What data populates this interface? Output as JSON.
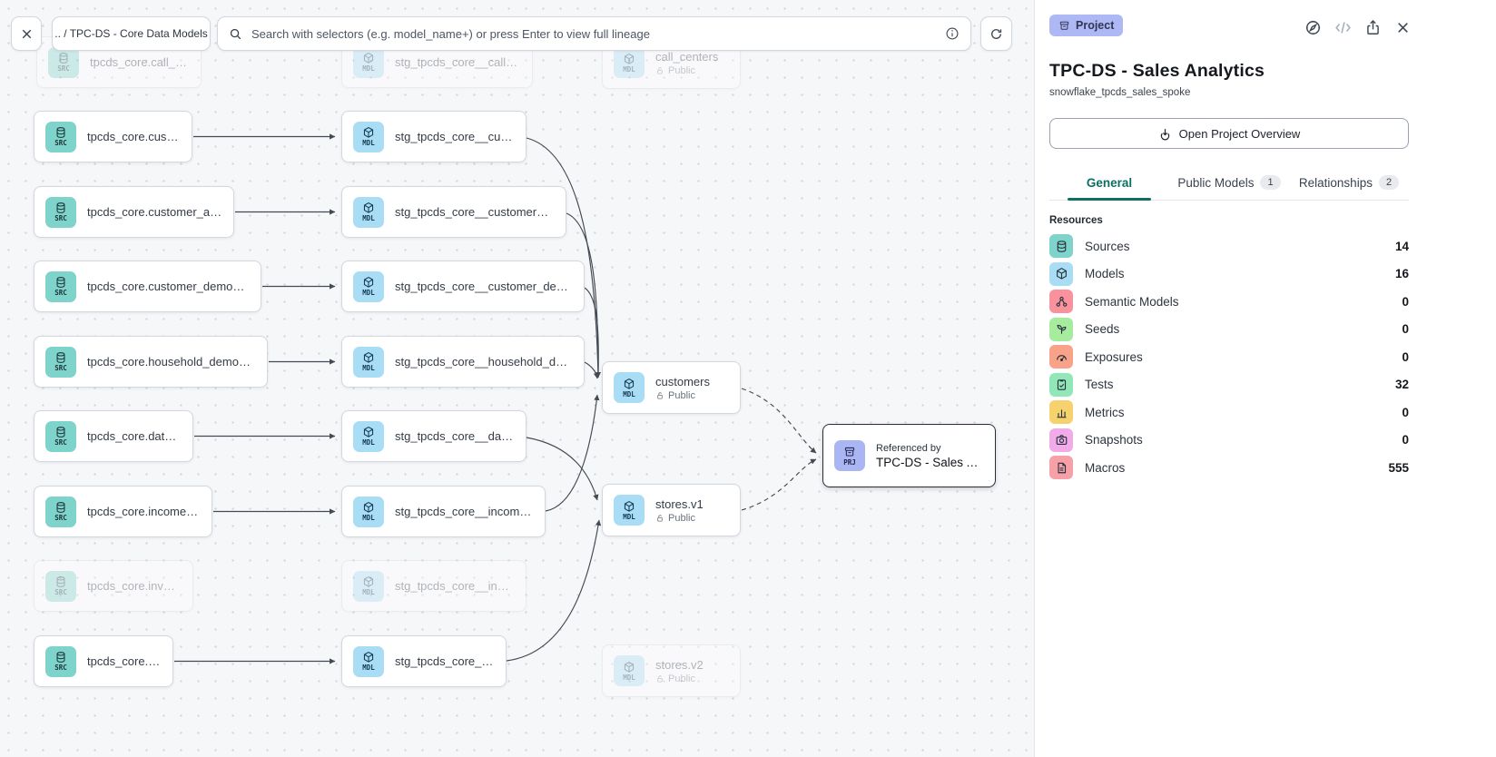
{
  "toolbar": {
    "breadcrumb": ".. / TPC-DS - Core Data Models",
    "search_placeholder": "Search with selectors (e.g. model_name+) or press Enter to view full lineage"
  },
  "panel": {
    "badge_label": "Project",
    "title": "TPC-DS - Sales Analytics",
    "subtitle": "snowflake_tpcds_sales_spoke",
    "overview_button": "Open Project Overview",
    "tabs": [
      {
        "label": "General",
        "active": true
      },
      {
        "label": "Public Models",
        "count": "1"
      },
      {
        "label": "Relationships",
        "count": "2"
      }
    ],
    "resources_header": "Resources",
    "resources": [
      {
        "label": "Sources",
        "count": "14",
        "color": "#7ed3ca",
        "icon": "database-icon"
      },
      {
        "label": "Models",
        "count": "16",
        "color": "#a9ddf6",
        "icon": "cube-icon"
      },
      {
        "label": "Semantic Models",
        "count": "0",
        "color": "#f9929d",
        "icon": "graph-icon"
      },
      {
        "label": "Seeds",
        "count": "0",
        "color": "#a7eb9f",
        "icon": "sprout-icon"
      },
      {
        "label": "Exposures",
        "count": "0",
        "color": "#f9a28a",
        "icon": "gauge-icon"
      },
      {
        "label": "Tests",
        "count": "32",
        "color": "#92e7b9",
        "icon": "clipboard-check-icon"
      },
      {
        "label": "Metrics",
        "count": "0",
        "color": "#f6d26f",
        "icon": "bar-chart-icon"
      },
      {
        "label": "Snapshots",
        "count": "0",
        "color": "#f2abe9",
        "icon": "camera-icon"
      },
      {
        "label": "Macros",
        "count": "555",
        "color": "#f8a0a8",
        "icon": "document-icon"
      }
    ]
  },
  "graph": {
    "nodes": [
      {
        "type": "SRC",
        "label": "tpcds_core.call_center",
        "faded": true
      },
      {
        "type": "SRC",
        "label": "tpcds_core.customer"
      },
      {
        "type": "SRC",
        "label": "tpcds_core.customer_address"
      },
      {
        "type": "SRC",
        "label": "tpcds_core.customer_demographics"
      },
      {
        "type": "SRC",
        "label": "tpcds_core.household_demographics"
      },
      {
        "type": "SRC",
        "label": "tpcds_core.date_dim"
      },
      {
        "type": "SRC",
        "label": "tpcds_core.income_band"
      },
      {
        "type": "SRC",
        "label": "tpcds_core.inventory",
        "faded": true
      },
      {
        "type": "SRC",
        "label": "tpcds_core.store"
      },
      {
        "type": "MDL",
        "label": "stg_tpcds_core__call_center",
        "faded": true
      },
      {
        "type": "MDL",
        "label": "stg_tpcds_core__customer"
      },
      {
        "type": "MDL",
        "label": "stg_tpcds_core__customer_address"
      },
      {
        "type": "MDL",
        "label": "stg_tpcds_core__customer_demogra..."
      },
      {
        "type": "MDL",
        "label": "stg_tpcds_core__household_demogr..."
      },
      {
        "type": "MDL",
        "label": "stg_tpcds_core__date_dim"
      },
      {
        "type": "MDL",
        "label": "stg_tpcds_core__income_band"
      },
      {
        "type": "MDL",
        "label": "stg_tpcds_core__inventory",
        "faded": true
      },
      {
        "type": "MDL",
        "label": "stg_tpcds_core__store"
      },
      {
        "type": "MDL",
        "label": "call_centers",
        "visibility": "Public",
        "faded": true
      },
      {
        "type": "MDL",
        "label": "customers",
        "visibility": "Public"
      },
      {
        "type": "MDL",
        "label": "stores.v1",
        "visibility": "Public"
      },
      {
        "type": "MDL",
        "label": "stores.v2",
        "visibility": "Public",
        "faded": true
      },
      {
        "type": "PRJ",
        "ref_label": "Referenced by",
        "label": "TPC-DS - Sales Analytics"
      }
    ]
  },
  "colors": {
    "accent_teal_tab": "#0d6e62",
    "project_badge": "#aeb8f4",
    "src_icon": "#7ed3ca",
    "mdl_icon": "#a9ddf6",
    "prj_icon": "#aab5f3",
    "canvas_bg": "#f6f7f9"
  }
}
